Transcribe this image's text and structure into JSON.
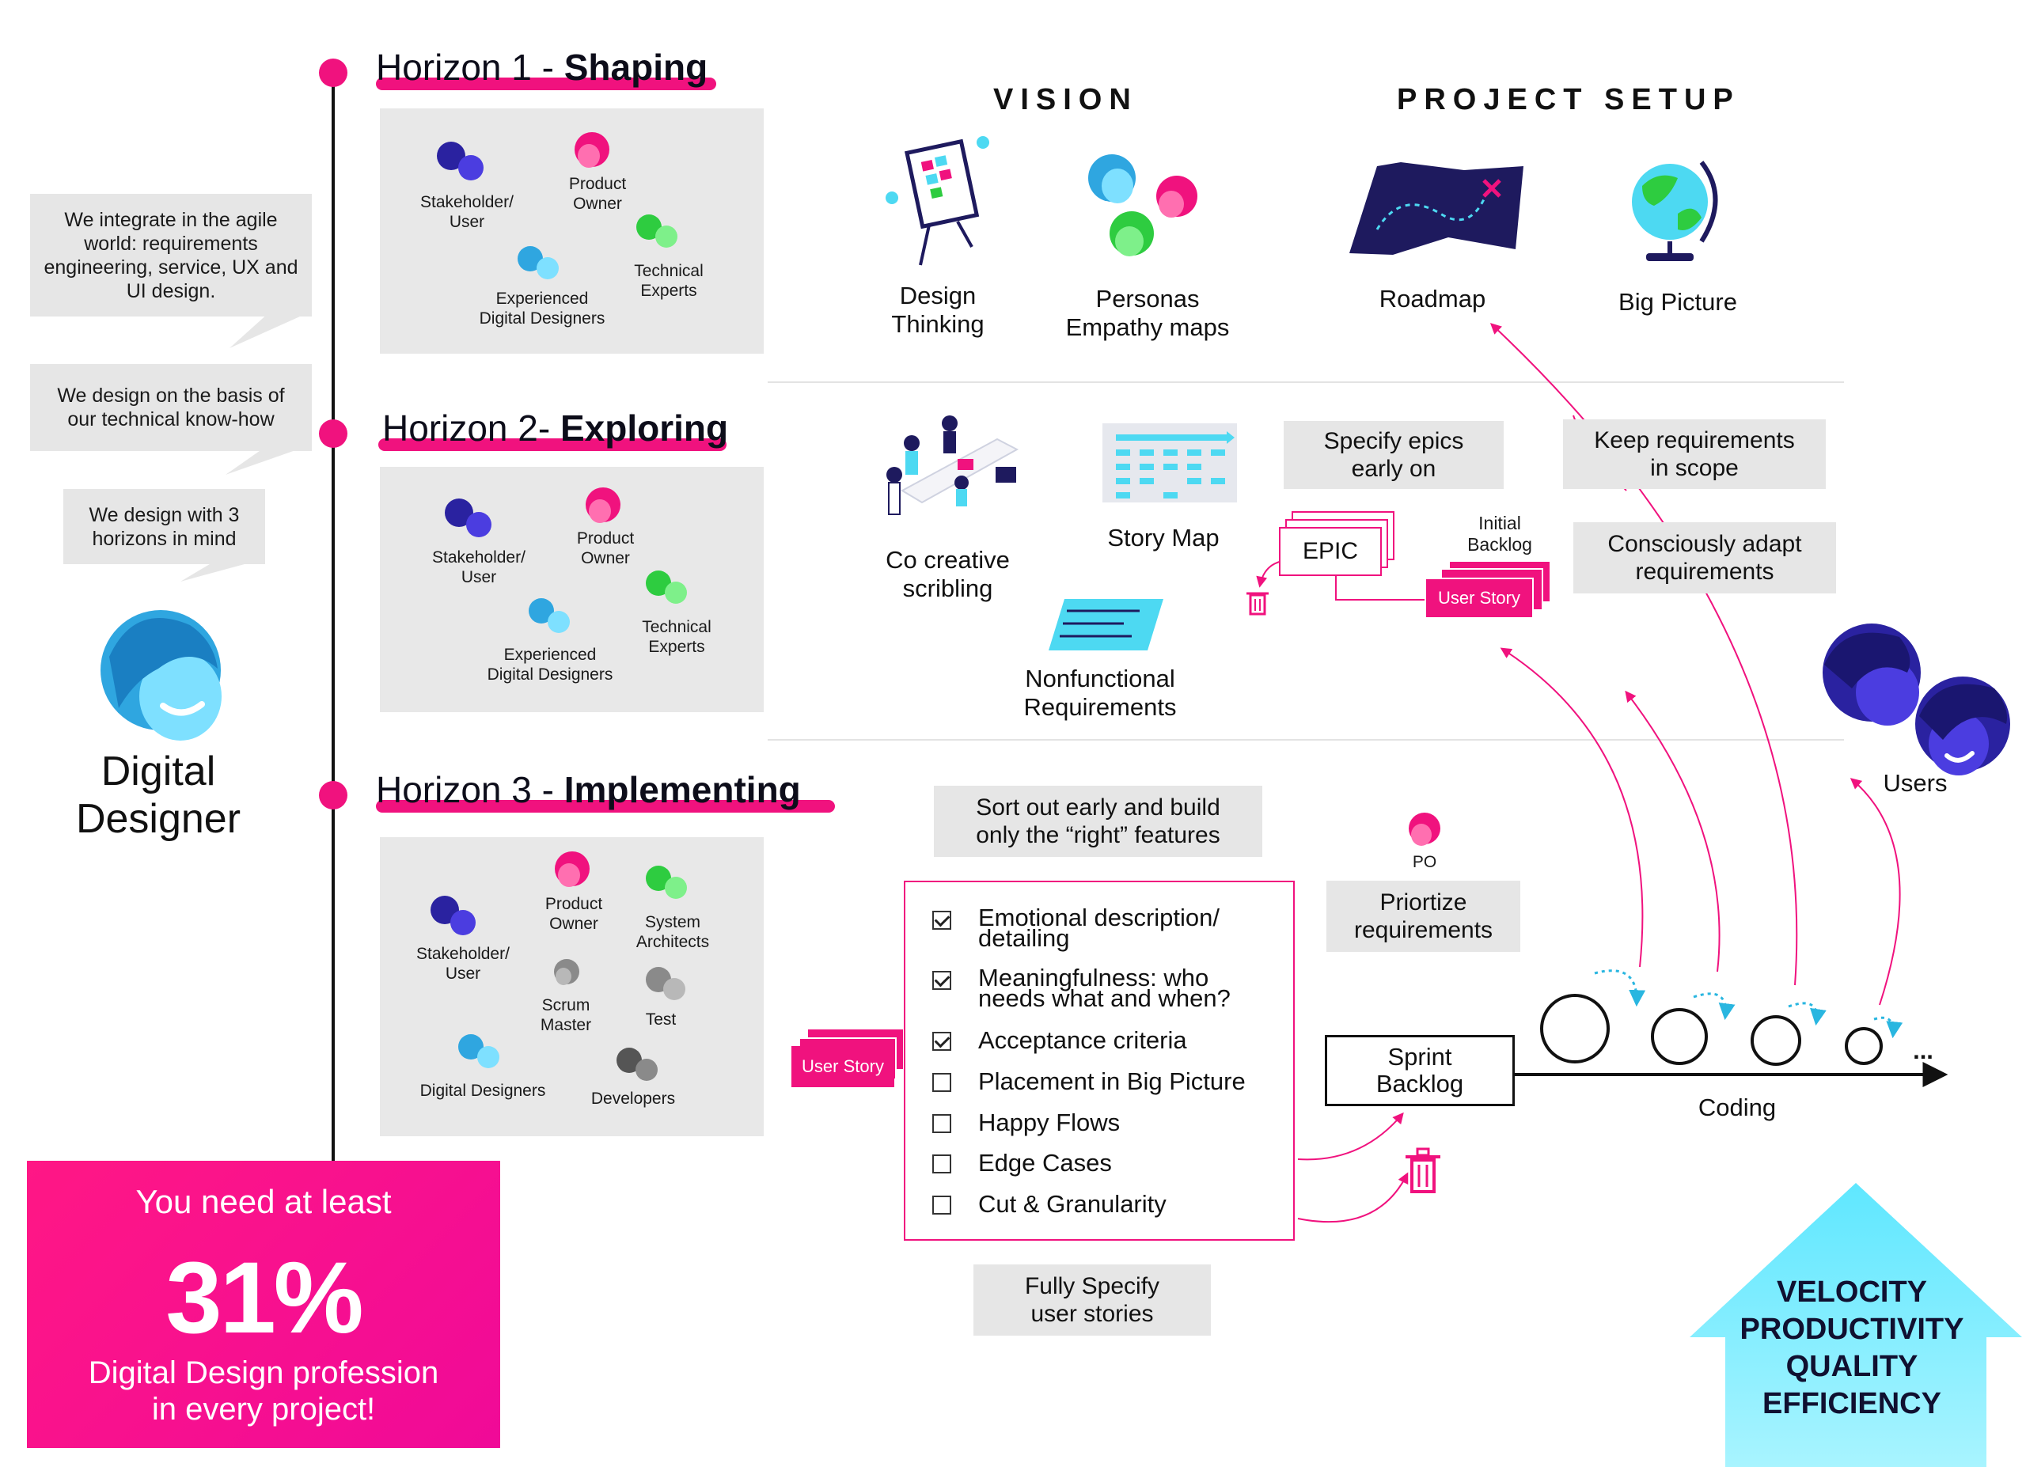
{
  "horizons": [
    {
      "number": "Horizon 1 - ",
      "name": "Shaping"
    },
    {
      "number": "Horizon 2- ",
      "name": "Exploring"
    },
    {
      "number": "Horizon 3 - ",
      "name": "Implementing"
    }
  ],
  "bubbles": [
    "We integrate in the agile world: requirements engineering, service, UX and UI design.",
    "We design on the basis of our technical know-how",
    "We design with 3 horizons in mind"
  ],
  "designer_label": "Digital\nDesigner",
  "h1_roles": {
    "stakeholder": "Stakeholder/\nUser",
    "po": "Product\nOwner",
    "tech": "Technical\nExperts",
    "dd": "Experienced\nDigital Designers"
  },
  "h2_roles": {
    "stakeholder": "Stakeholder/\nUser",
    "po": "Product\nOwner",
    "tech": "Technical\nExperts",
    "dd": "Experienced\nDigital Designers"
  },
  "h3_roles": {
    "stakeholder": "Stakeholder/\nUser",
    "po": "Product\nOwner",
    "sys": "System\nArchitects",
    "scrum": "Scrum\nMaster",
    "test": "Test",
    "dd": "Digital Designers",
    "dev": "Developers"
  },
  "sections": {
    "vision": "VISION",
    "project_setup": "PROJECT SETUP"
  },
  "vision_items": {
    "design_thinking": "Design\nThinking",
    "personas": "Personas\nEmpathy maps",
    "roadmap": "Roadmap",
    "big_picture": "Big Picture"
  },
  "horizon2_items": {
    "co_creative": "Co creative\nscribling",
    "story_map": "Story Map",
    "nonfunctional": "Nonfunctional\nRequirements"
  },
  "notes": {
    "specify_epics": "Specify epics\nearly on",
    "keep_requirements": "Keep requirements\nin scope",
    "consciously_adapt": "Consciously adapt\nrequirements",
    "sort_out": "Sort out early and build\nonly the “right” features",
    "prioritize": "Priortize\nrequirements",
    "fully_specify": "Fully Specify\nuser stories"
  },
  "epic_label": "EPIC",
  "initial_backlog": "Initial\nBacklog",
  "user_story": "User Story",
  "po_label": "PO",
  "users_label": "Users",
  "checklist": [
    {
      "label": "Emotional description/\ndetailing",
      "checked": true
    },
    {
      "label": "Meaningfulness: who\nneeds what and when?",
      "checked": true
    },
    {
      "label": "Acceptance criteria",
      "checked": true
    },
    {
      "label": "Placement in Big Picture",
      "checked": false
    },
    {
      "label": "Happy Flows",
      "checked": false
    },
    {
      "label": "Edge Cases",
      "checked": false
    },
    {
      "label": "Cut & Granularity",
      "checked": false
    }
  ],
  "sprint_backlog": "Sprint\nBacklog",
  "coding": "Coding",
  "ellipsis": "...",
  "promo": {
    "line1": "You need at least",
    "percent": "31%",
    "line2": "Digital Design profession\nin every project!"
  },
  "outcome": [
    "VELOCITY",
    "PRODUCTIVITY",
    "QUALITY",
    "EFFICIENCY"
  ],
  "colors": {
    "accent": "#f0127e",
    "navy": "#1e1a5e",
    "cyan": "#4dd9f2",
    "green": "#2ecc40",
    "gray": "#e8e8e8"
  }
}
